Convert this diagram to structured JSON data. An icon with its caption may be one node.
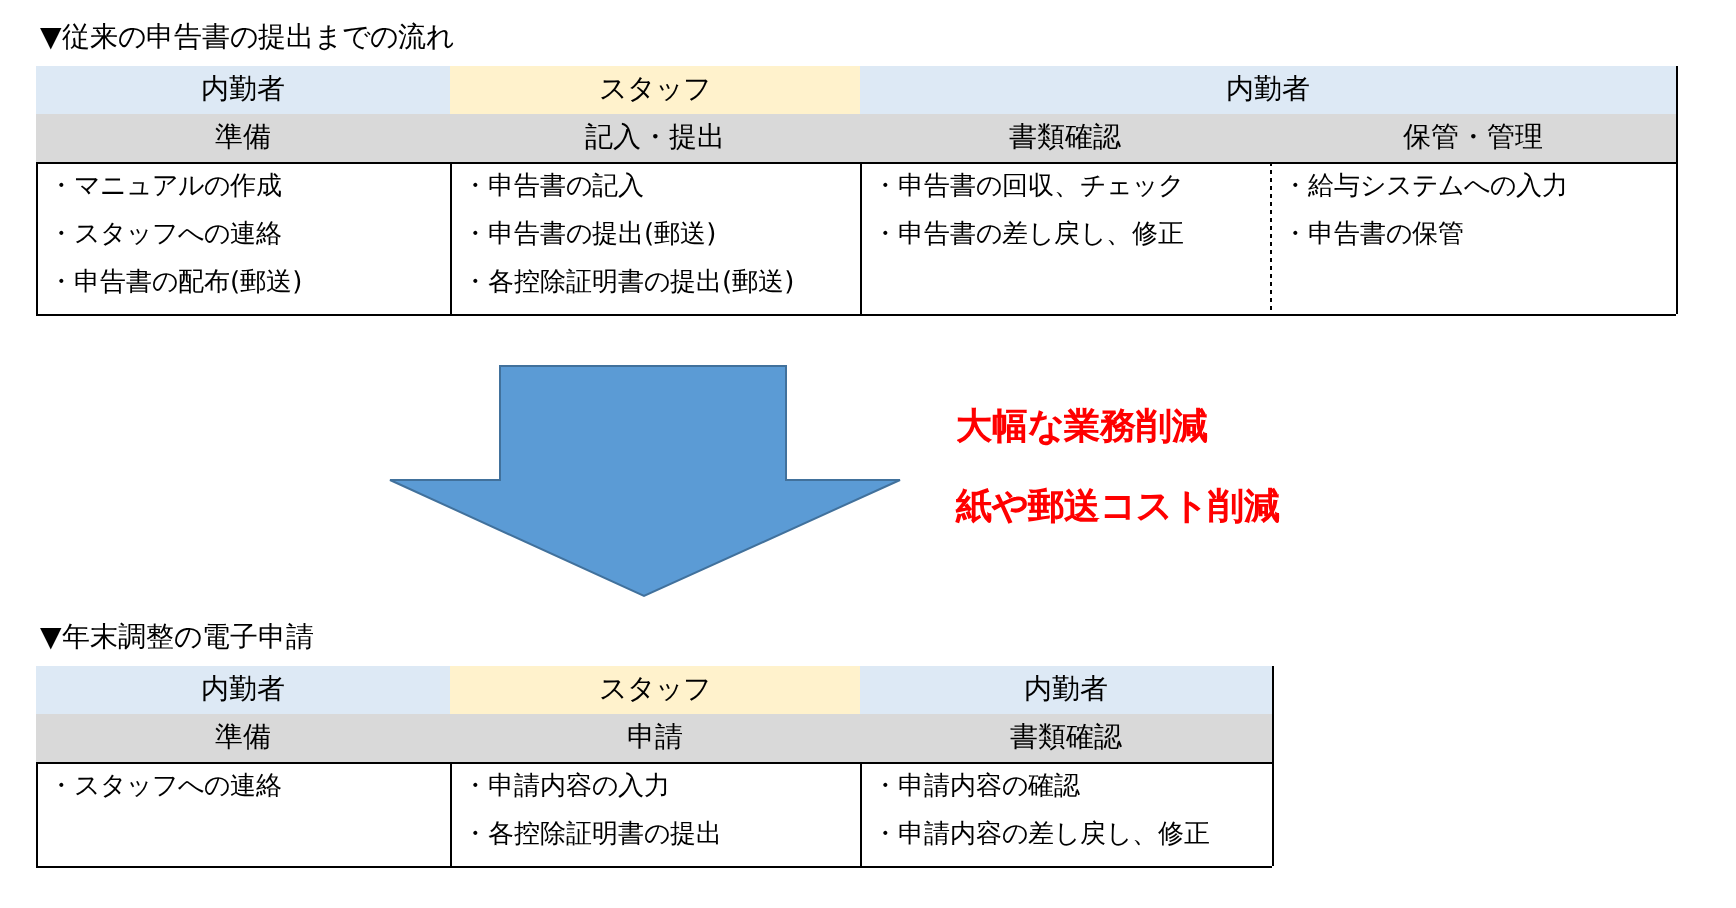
{
  "diagram": {
    "labels": [
      "▼従来の申告書の提出までの流れ",
      "内勤者",
      "スタッフ",
      "内勤者",
      "準備",
      "記入・提出",
      "書類確認",
      "保管・管理",
      "・マニュアルの作成",
      "・スタッフへの連絡",
      "・申告書の配布(郵送)",
      "・申告書の記入",
      "・申告書の提出(郵送)",
      "・各控除証明書の提出(郵送)",
      "・申告書の回収、チェック",
      "・申告書の差し戻し、修正",
      "・給与システムへの入力",
      "・申告書の保管",
      "大幅な業務削減",
      "紙や郵送コスト削減",
      "▼年末調整の電子申請",
      "内勤者",
      "スタッフ",
      "内勤者",
      "準備",
      "申請",
      "書類確認",
      "・スタッフへの連絡",
      "・申請内容の入力",
      "・各控除証明書の提出",
      "・申請内容の確認",
      "・申請内容の差し戻し、修正"
    ]
  }
}
